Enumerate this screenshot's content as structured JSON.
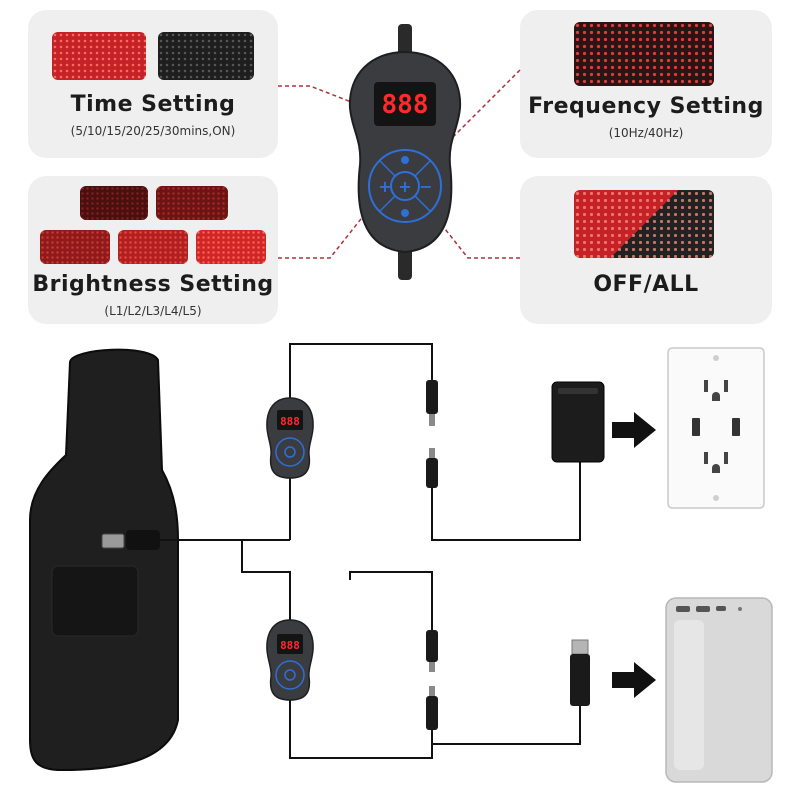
{
  "panels": {
    "time": {
      "title": "Time Setting",
      "subtitle": "(5/10/15/20/25/30mins,ON)"
    },
    "frequency": {
      "title": "Frequency Setting",
      "subtitle": "(10Hz/40Hz)"
    },
    "brightness": {
      "title": "Brightness Setting",
      "subtitle": "(L1/L2/L3/L4/L5)"
    },
    "offall": {
      "title": "OFF/ALL"
    }
  },
  "controller": {
    "display": "888"
  },
  "colors": {
    "panel_bg": "#efefef",
    "red_led": "#d3262a",
    "controller_body": "#3a3c40",
    "button_blue": "#2f6fd8",
    "dashed_line": "#b0303a",
    "wire": "#111111"
  },
  "icons": {
    "adapter": "power-adapter-icon",
    "outlet": "wall-outlet-icon",
    "powerbank": "power-bank-icon",
    "arrow": "arrow-right-icon"
  }
}
